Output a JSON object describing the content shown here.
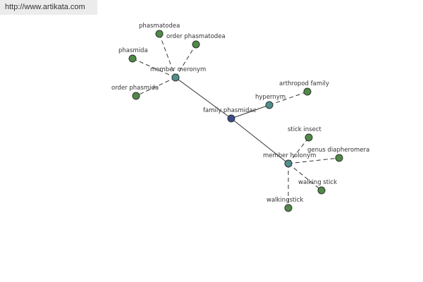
{
  "banner": {
    "url": "http://www.artikata.com"
  },
  "colors": {
    "leaf": "#4f8a47",
    "relation": "#4f8f8c",
    "root": "#3a4a8c",
    "edge": "#333333"
  },
  "diagram": {
    "nodes": [
      {
        "id": "root",
        "label": "family phasmidae",
        "kind": "root"
      },
      {
        "id": "mm",
        "label": "member meronym",
        "kind": "relation"
      },
      {
        "id": "hyp",
        "label": "hypernym",
        "kind": "relation"
      },
      {
        "id": "mh",
        "label": "member holonym",
        "kind": "relation"
      },
      {
        "id": "phasmatodea",
        "label": "phasmatodea",
        "kind": "leaf"
      },
      {
        "id": "order-phasmatodea",
        "label": "order phasmatodea",
        "kind": "leaf"
      },
      {
        "id": "phasmida",
        "label": "phasmida",
        "kind": "leaf"
      },
      {
        "id": "order-phasmida",
        "label": "order phasmida",
        "kind": "leaf"
      },
      {
        "id": "arthropod-family",
        "label": "arthropod family",
        "kind": "leaf"
      },
      {
        "id": "stick-insect",
        "label": "stick insect",
        "kind": "leaf"
      },
      {
        "id": "genus-diapheromera",
        "label": "genus diapheromera",
        "kind": "leaf"
      },
      {
        "id": "walking-stick-1",
        "label": "walking stick",
        "kind": "leaf"
      },
      {
        "id": "walking-stick-2",
        "label": "walkingstick",
        "kind": "leaf"
      }
    ],
    "edges": [
      {
        "from": "root",
        "to": "mm",
        "style": "solid"
      },
      {
        "from": "root",
        "to": "hyp",
        "style": "solid"
      },
      {
        "from": "root",
        "to": "mh",
        "style": "solid"
      },
      {
        "from": "mm",
        "to": "phasmatodea",
        "style": "dashed"
      },
      {
        "from": "mm",
        "to": "order-phasmatodea",
        "style": "dashed"
      },
      {
        "from": "mm",
        "to": "phasmida",
        "style": "dashed"
      },
      {
        "from": "mm",
        "to": "order-phasmida",
        "style": "dashed"
      },
      {
        "from": "hyp",
        "to": "arthropod-family",
        "style": "dashed"
      },
      {
        "from": "mh",
        "to": "stick-insect",
        "style": "dashed"
      },
      {
        "from": "mh",
        "to": "genus-diapheromera",
        "style": "dashed"
      },
      {
        "from": "mh",
        "to": "walking-stick-1",
        "style": "dashed"
      },
      {
        "from": "mh",
        "to": "walking-stick-2",
        "style": "dashed"
      }
    ]
  }
}
